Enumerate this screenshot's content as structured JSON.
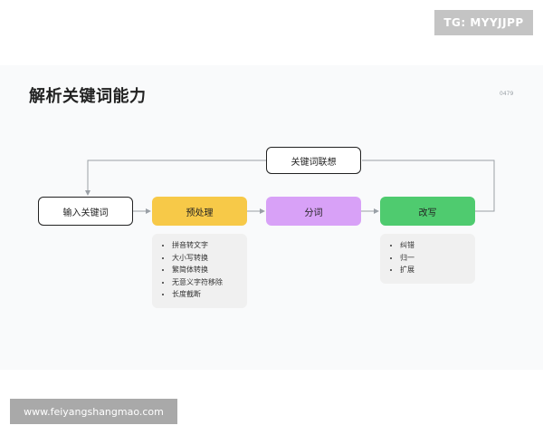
{
  "watermark_top": "TG: MYYJJPP",
  "watermark_bottom": "www.feiyangshangmao.com",
  "slide": {
    "title": "解析关键词能力",
    "page_number": "0479"
  },
  "nodes": {
    "input": "输入关键词",
    "preprocess": "预处理",
    "segment": "分词",
    "rewrite": "改写",
    "association": "关键词联想"
  },
  "preprocess_steps": [
    "拼音转文字",
    "大小写转换",
    "繁简体转换",
    "无意义字符移除",
    "长度截断"
  ],
  "rewrite_steps": [
    "纠错",
    "归一",
    "扩展"
  ],
  "colors": {
    "preprocess": "#f7c948",
    "segment": "#d8a1f7",
    "rewrite": "#4fcb6f",
    "card": "#f0f0f0",
    "connector": "#9aa0a6"
  }
}
